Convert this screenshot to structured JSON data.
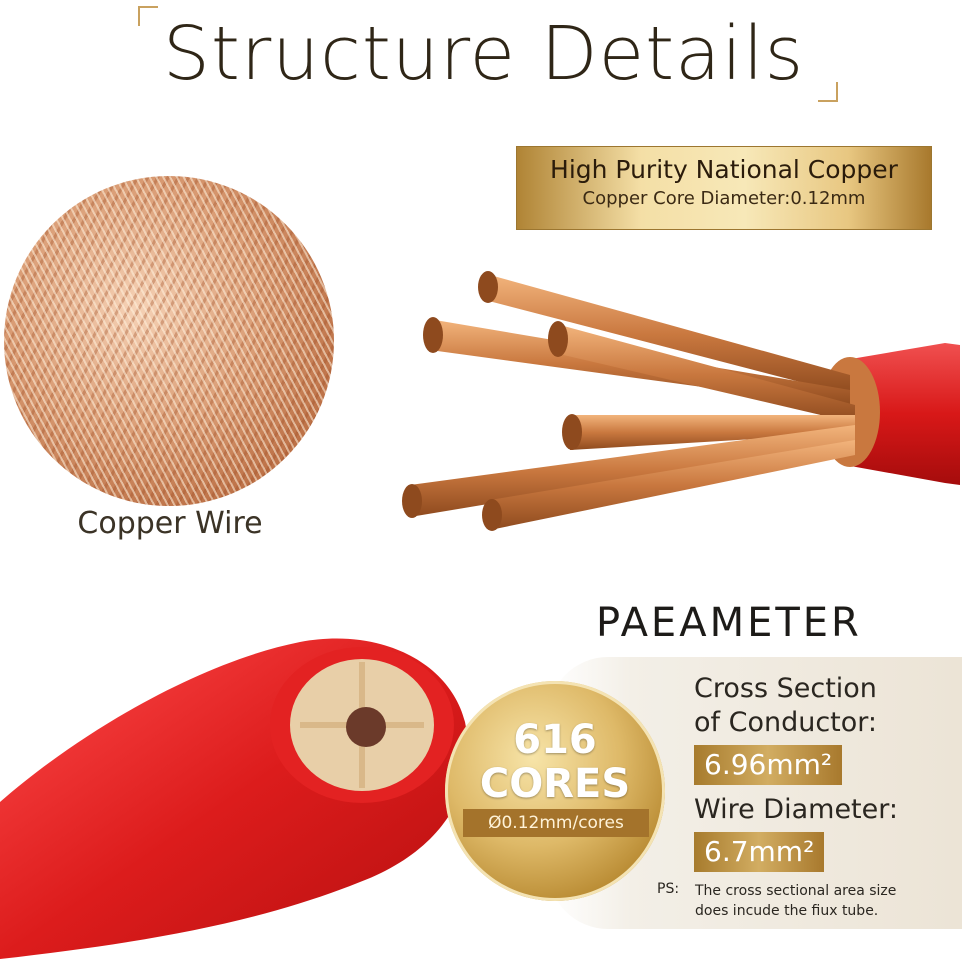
{
  "title": "Structure Details",
  "copper_box": {
    "title": "High Purity National Copper",
    "subtitle": "Copper Core Diameter:0.12mm"
  },
  "copper_wire_label": "Copper Wire",
  "parameter": {
    "heading": "PAEAMETER",
    "coin": {
      "count": "616",
      "unit": "CORES",
      "diameter": "Ø0.12mm/cores"
    },
    "cross_section_line1": "Cross Section",
    "cross_section_line2": "of Conductor:",
    "cross_section_value": "6.96mm²",
    "wire_diameter_label": "Wire Diameter:",
    "wire_diameter_value": "6.7mm²",
    "ps_label": "PS:",
    "ps_text": "The cross sectional area size does incude the fiux tube."
  },
  "colors": {
    "gold": "#c9a15f",
    "copper": "#d99b73",
    "cable_red": "#d91a1a"
  }
}
